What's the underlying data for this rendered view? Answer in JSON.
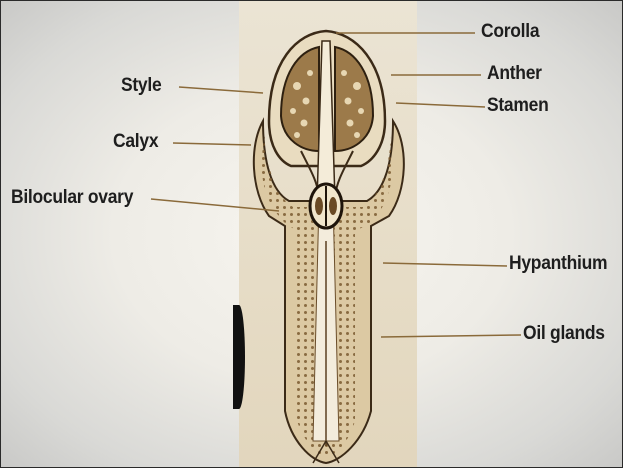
{
  "labels": {
    "corolla": "Corolla",
    "anther": "Anther",
    "stamen": "Stamen",
    "style": "Style",
    "calyx": "Calyx",
    "bilocular_ovary": "Bilocular ovary",
    "hypanthium": "Hypanthium",
    "oil_glands": "Oil glands"
  },
  "colors": {
    "line": "#8a6a3a",
    "tissue": "#c9a571",
    "dark": "#3b2a17"
  }
}
